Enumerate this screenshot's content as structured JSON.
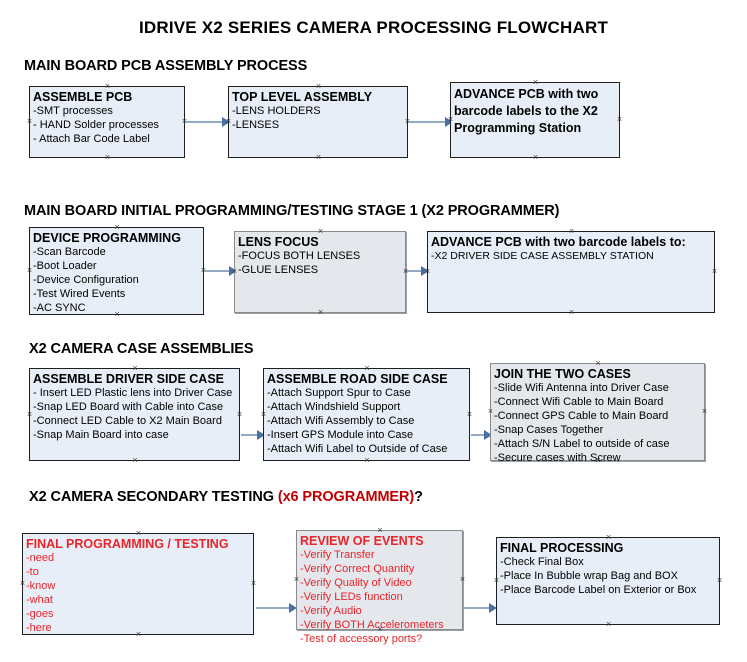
{
  "document": {
    "title": "IDRIVE X2  SERIES CAMERA PROCESSING FLOWCHART"
  },
  "colors": {
    "box_fill_blue": "#e8eef7",
    "box_fill_grey": "#e4e7ec",
    "box_border": "#1f1f1f",
    "box_border_grey": "#8a8a8a",
    "connector": "#93a9c4",
    "arrow": "#4a6fa5",
    "red_text": "#e8252a",
    "red_heading": "#c00000",
    "text": "#000000",
    "background": "#ffffff"
  },
  "sections": [
    {
      "id": "main-board-pcb-assembly-process",
      "heading": "MAIN BOARD PCB ASSEMBLY PROCESS",
      "heading_suffix": "",
      "boxes": [
        {
          "id": "assemble-pcb",
          "title": "ASSEMBLE PCB",
          "lines": [
            "-SMT processes",
            "- HAND Solder processes",
            "- Attach Bar Code Label"
          ],
          "style": "blue"
        },
        {
          "id": "top-level-assembly",
          "title": "TOP LEVEL ASSEMBLY",
          "lines": [
            "-LENS HOLDERS",
            "-LENSES"
          ],
          "style": "blue"
        },
        {
          "id": "advance-pcb-to-x2-programming-station",
          "title": "ADVANCE PCB with two barcode labels to the  X2 Programming Station",
          "lines": [],
          "style": "blue"
        }
      ]
    },
    {
      "id": "main-board-initial-programming",
      "heading": "MAIN BOARD INITIAL PROGRAMMING/TESTING STAGE 1 (X2 PROGRAMMER)",
      "heading_suffix": "",
      "boxes": [
        {
          "id": "device-programming",
          "title": "DEVICE PROGRAMMING",
          "lines": [
            "-Scan Barcode",
            "-Boot Loader",
            "-Device Configuration",
            "-Test Wired Events",
            "-AC SYNC"
          ],
          "style": "blue"
        },
        {
          "id": "lens-focus",
          "title": "LENS FOCUS",
          "lines": [
            "-FOCUS BOTH LENSES",
            "-GLUE LENSES"
          ],
          "style": "grey"
        },
        {
          "id": "advance-pcb-to-driver-side-case-assembly",
          "title": "ADVANCE PCB with two barcode labels to:",
          "lines": [
            "-X2 DRIVER  SIDE  CASE  ASSEMBLY STATION"
          ],
          "style": "blue"
        }
      ]
    },
    {
      "id": "x2-camera-case-assemblies",
      "heading": "X2 CAMERA CASE ASSEMBLIES",
      "heading_suffix": "",
      "boxes": [
        {
          "id": "assemble-driver-side-case",
          "title": "ASSEMBLE DRIVER SIDE CASE",
          "lines": [
            "- Insert LED Plastic lens into Driver Case",
            "-Snap LED Board with Cable into Case",
            "-Connect LED Cable to X2 Main Board",
            "-Snap Main Board into case"
          ],
          "style": "blue"
        },
        {
          "id": "assemble-road-side-case",
          "title": "ASSEMBLE ROAD SIDE CASE",
          "lines": [
            "-Attach Support Spur to Case",
            "-Attach Windshield Support",
            "-Attach Wifi Assembly to Case",
            "-Insert GPS Module into Case",
            "-Attach Wifi Label to Outside of Case"
          ],
          "style": "blue"
        },
        {
          "id": "join-the-two-cases",
          "title": "JOIN THE TWO CASES",
          "lines": [
            "-Slide Wifi Antenna into Driver Case",
            "-Connect Wifi Cable to Main Board",
            "-Connect GPS Cable to Main Board",
            "-Snap Cases Together",
            "-Attach S/N Label to outside of case",
            "-Secure cases with Screw"
          ],
          "style": "grey"
        }
      ]
    },
    {
      "id": "x2-camera-secondary-testing",
      "heading": "X2 CAMERA SECONDARY TESTING ",
      "heading_suffix": "(x6 PROGRAMMER)",
      "heading_tail": "?",
      "boxes": [
        {
          "id": "final-programming-testing",
          "title": "FINAL PROGRAMMING / TESTING",
          "lines": [
            "-need",
            "-to",
            "-know",
            "-what",
            "-goes",
            "-here"
          ],
          "style": "red"
        },
        {
          "id": "review-of-events",
          "title": "REVIEW OF EVENTS",
          "lines": [
            "-Verify Transfer",
            "-Verify Correct Quantity",
            "-Verify Quality of Video",
            "-Verify LEDs function",
            "-Verify Audio",
            "-Verify BOTH Accelerometers",
            "-Test of accessory ports?"
          ],
          "style": "red-grey"
        },
        {
          "id": "final-processing",
          "title": "FINAL PROCESSING",
          "lines": [
            " -Check Final Box",
            "-Place In Bubble wrap Bag and BOX",
            "-Place Barcode Label on Exterior or Box"
          ],
          "style": "blue"
        }
      ]
    }
  ]
}
